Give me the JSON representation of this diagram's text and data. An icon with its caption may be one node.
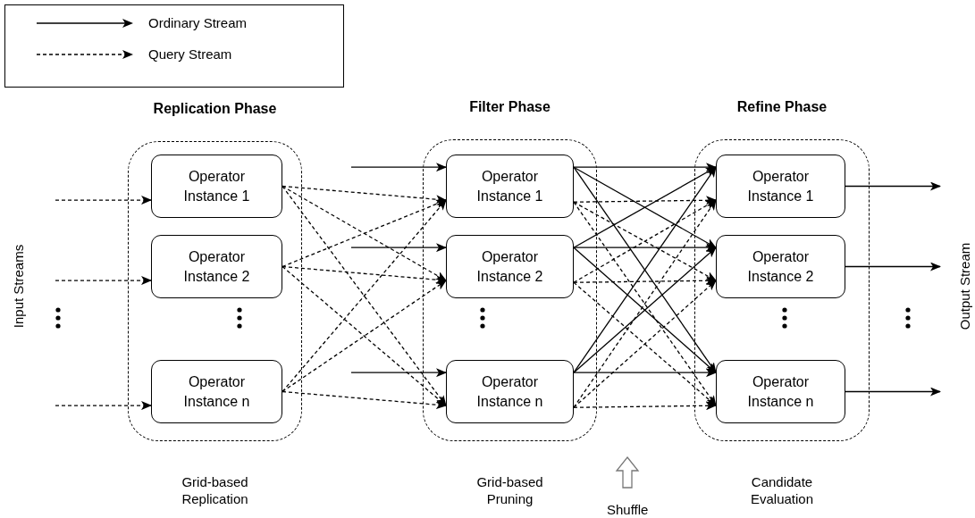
{
  "diagram": {
    "nodes": [
      {
        "text": [
          "Replication Phase"
        ],
        "beside": [
          "Grid-based Replication"
        ]
      },
      {
        "text": [
          "Operator Instance 1"
        ],
        "in": 0
      },
      {
        "text": [
          "Operator Instance 2"
        ],
        "in": 0
      },
      {
        "text": [
          "Operator Instance n"
        ],
        "in": 0
      },
      {
        "text": [
          "Filter Phase"
        ],
        "beside": [
          "Grid-based Pruning"
        ]
      },
      {
        "text": [
          "Operator Instance 1"
        ],
        "in": 4
      },
      {
        "text": [
          "Operator Instance 2"
        ],
        "in": 4
      },
      {
        "text": [
          "Operator Instance n"
        ],
        "in": 4
      },
      {
        "text": [
          "Refine Phase"
        ],
        "beside": [
          "Candidate Evaluation"
        ]
      },
      {
        "text": [
          "Operator Instance 1"
        ],
        "in": 8
      },
      {
        "text": [
          "Operator Instance 2"
        ],
        "in": 8
      },
      {
        "text": [
          "Operator Instance n"
        ],
        "in": 8
      }
    ],
    "edges": [
      {
        "from": null,
        "to": 1,
        "arrow": "to",
        "style": "dashed"
      },
      {
        "from": null,
        "to": 2,
        "arrow": "to",
        "style": "dashed"
      },
      {
        "from": null,
        "to": 3,
        "arrow": "to",
        "style": "dashed"
      },
      {
        "from": 1,
        "to": 5,
        "arrow": "to",
        "style": "dashed"
      },
      {
        "from": 1,
        "to": 6,
        "arrow": "to",
        "style": "dashed"
      },
      {
        "from": 1,
        "to": 7,
        "arrow": "to",
        "style": "dashed"
      },
      {
        "from": 2,
        "to": 5,
        "arrow": "to",
        "style": "dashed"
      },
      {
        "from": 2,
        "to": 6,
        "arrow": "to",
        "style": "dashed"
      },
      {
        "from": 2,
        "to": 7,
        "arrow": "to",
        "style": "dashed"
      },
      {
        "from": 3,
        "to": 5,
        "arrow": "to",
        "style": "dashed"
      },
      {
        "from": 3,
        "to": 6,
        "arrow": "to",
        "style": "dashed"
      },
      {
        "from": 3,
        "to": 7,
        "arrow": "to",
        "style": "dashed"
      },
      {
        "from": null,
        "to": 5,
        "arrow": "to"
      },
      {
        "from": null,
        "to": 6,
        "arrow": "to"
      },
      {
        "from": null,
        "to": 7,
        "arrow": "to"
      },
      {
        "from": 5,
        "to": 9,
        "arrow": "to"
      },
      {
        "from": 5,
        "to": 10,
        "arrow": "to"
      },
      {
        "from": 5,
        "to": 11,
        "arrow": "to"
      },
      {
        "from": 6,
        "to": 9,
        "arrow": "to"
      },
      {
        "from": 6,
        "to": 10,
        "arrow": "to"
      },
      {
        "from": 6,
        "to": 11,
        "arrow": "to"
      },
      {
        "from": 7,
        "to": 9,
        "arrow": "to"
      },
      {
        "from": 7,
        "to": 10,
        "arrow": "to"
      },
      {
        "from": 7,
        "to": 11,
        "arrow": "to"
      },
      {
        "from": 5,
        "to": 9,
        "arrow": "to",
        "style": "dashed"
      },
      {
        "from": 5,
        "to": 10,
        "arrow": "to",
        "style": "dashed"
      },
      {
        "from": 5,
        "to": 11,
        "arrow": "to",
        "style": "dashed"
      },
      {
        "from": 6,
        "to": 9,
        "arrow": "to",
        "style": "dashed"
      },
      {
        "from": 6,
        "to": 10,
        "arrow": "to",
        "style": "dashed"
      },
      {
        "from": 6,
        "to": 11,
        "arrow": "to",
        "style": "dashed"
      },
      {
        "from": 7,
        "to": 9,
        "arrow": "to",
        "style": "dashed"
      },
      {
        "from": 7,
        "to": 10,
        "arrow": "to",
        "style": "dashed"
      },
      {
        "from": 7,
        "to": 11,
        "arrow": "to",
        "style": "dashed"
      },
      {
        "from": 9,
        "to": null,
        "arrow": "to"
      },
      {
        "from": 10,
        "to": null,
        "arrow": "to"
      },
      {
        "from": 11,
        "to": null,
        "arrow": "to"
      }
    ],
    "labels": [
      "Input Streams",
      "Output Stream",
      "Shuffle"
    ],
    "legend": [
      {
        "text": "Ordinary Stream"
      },
      {
        "text": "Query Stream"
      }
    ]
  }
}
